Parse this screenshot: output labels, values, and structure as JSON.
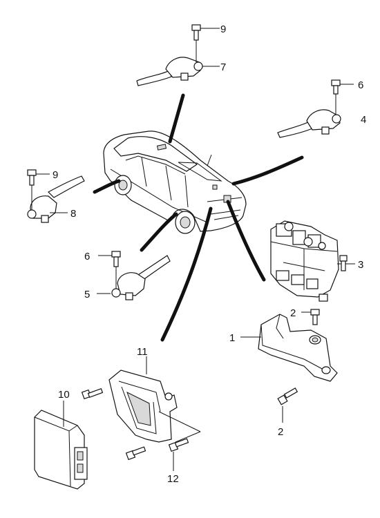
{
  "callouts": {
    "c1": "1",
    "c2a": "2",
    "c2b": "2",
    "c3": "3",
    "c4": "4",
    "c5": "5",
    "c6a": "6",
    "c6b": "6",
    "c7": "7",
    "c8": "8",
    "c9a": "9",
    "c9b": "9",
    "c10": "10",
    "c11": "11",
    "c12": "12"
  }
}
